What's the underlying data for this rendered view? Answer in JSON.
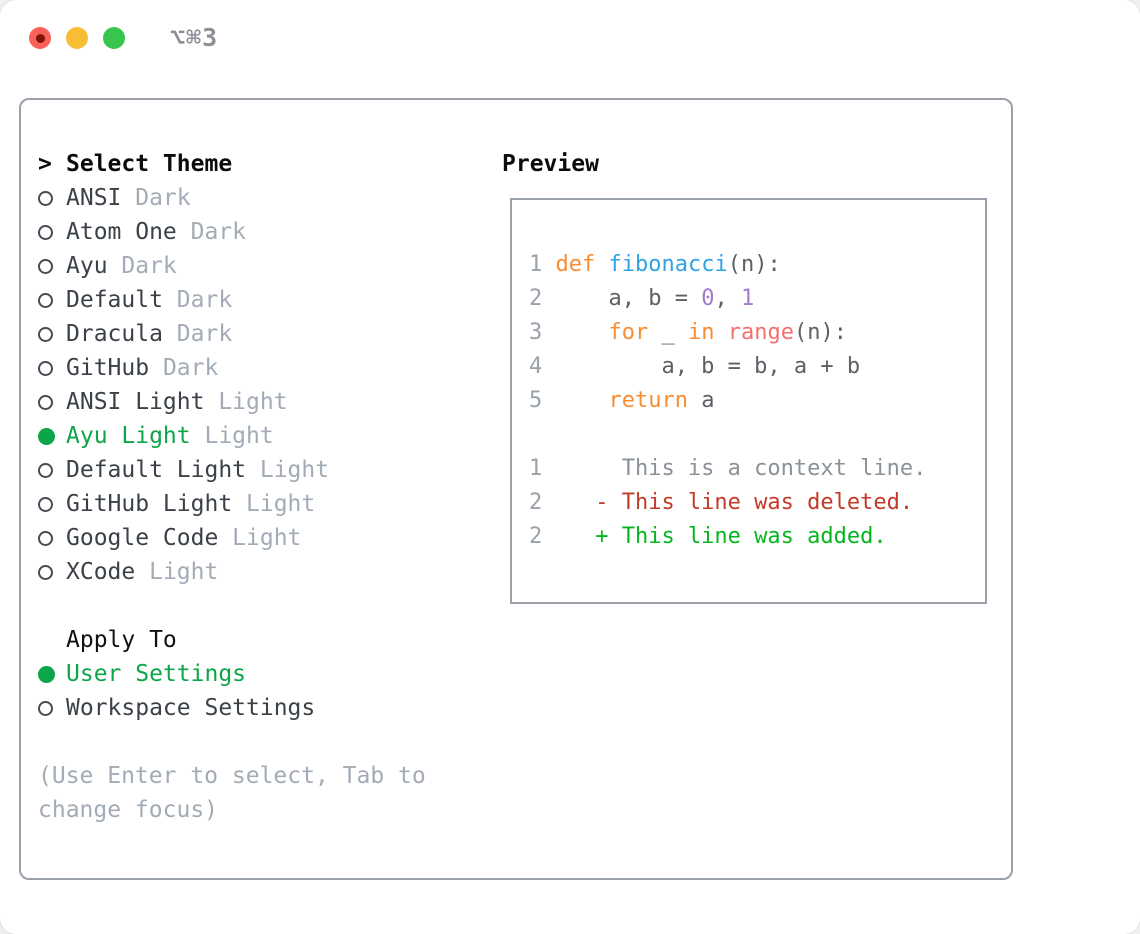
{
  "window": {
    "title": "⌥⌘3"
  },
  "titlebar": {
    "buttons": [
      {
        "name": "close",
        "has_dot": true
      },
      {
        "name": "minimize",
        "has_dot": false
      },
      {
        "name": "zoom",
        "has_dot": false
      }
    ]
  },
  "theme_list": {
    "prompt": ">",
    "title": "Select Theme",
    "items": [
      {
        "label": "ANSI",
        "variant": "Dark",
        "selected": false
      },
      {
        "label": "Atom One",
        "variant": "Dark",
        "selected": false
      },
      {
        "label": "Ayu",
        "variant": "Dark",
        "selected": false
      },
      {
        "label": "Default",
        "variant": "Dark",
        "selected": false
      },
      {
        "label": "Dracula",
        "variant": "Dark",
        "selected": false
      },
      {
        "label": "GitHub",
        "variant": "Dark",
        "selected": false
      },
      {
        "label": "ANSI Light",
        "variant": "Light",
        "selected": false
      },
      {
        "label": "Ayu Light",
        "variant": "Light",
        "selected": true
      },
      {
        "label": "Default Light",
        "variant": "Light",
        "selected": false
      },
      {
        "label": "GitHub Light",
        "variant": "Light",
        "selected": false
      },
      {
        "label": "Google Code",
        "variant": "Light",
        "selected": false
      },
      {
        "label": "XCode",
        "variant": "Light",
        "selected": false
      }
    ]
  },
  "apply_to": {
    "title": "Apply To",
    "options": [
      {
        "label": "User Settings",
        "selected": true
      },
      {
        "label": "Workspace Settings",
        "selected": false
      }
    ]
  },
  "help_text": "(Use Enter to select, Tab to\nchange focus)",
  "preview": {
    "title": "Preview",
    "code_lines": [
      {
        "num": "1",
        "segments": [
          {
            "text": "def",
            "style": "keyword"
          },
          {
            "text": " ",
            "style": "plain"
          },
          {
            "text": "fibonacci",
            "style": "function"
          },
          {
            "text": "(n):",
            "style": "plain"
          }
        ]
      },
      {
        "num": "2",
        "segments": [
          {
            "text": "    a, b = ",
            "style": "plain"
          },
          {
            "text": "0",
            "style": "number"
          },
          {
            "text": ", ",
            "style": "plain"
          },
          {
            "text": "1",
            "style": "number"
          }
        ]
      },
      {
        "num": "3",
        "segments": [
          {
            "text": "    ",
            "style": "plain"
          },
          {
            "text": "for",
            "style": "keyword"
          },
          {
            "text": " _ ",
            "style": "plain"
          },
          {
            "text": "in",
            "style": "keyword"
          },
          {
            "text": " ",
            "style": "plain"
          },
          {
            "text": "range",
            "style": "special"
          },
          {
            "text": "(n):",
            "style": "plain"
          }
        ]
      },
      {
        "num": "4",
        "segments": [
          {
            "text": "        a, b = b, a + b",
            "style": "plain"
          }
        ]
      },
      {
        "num": "5",
        "segments": [
          {
            "text": "    ",
            "style": "plain"
          },
          {
            "text": "return",
            "style": "keyword"
          },
          {
            "text": " a",
            "style": "plain"
          }
        ]
      }
    ],
    "diff_lines": [
      {
        "num": "1",
        "text": "     This is a context line.",
        "type": "context"
      },
      {
        "num": "2",
        "text": "   - This line was deleted.",
        "type": "deleted"
      },
      {
        "num": "2",
        "text": "   + This line was added.",
        "type": "added"
      }
    ]
  },
  "palette": {
    "heading": "#0b0b0c",
    "item_text": "#3b4148",
    "muted": "#a2abb6",
    "green_sel": "#0ca649",
    "radio_ring": "#454c55",
    "border": "#9aa1ab",
    "kw": "#f88d32",
    "fn": "#2ea3e6",
    "sp": "#f0716f",
    "num": "#a37acc",
    "plain": "#5c6166",
    "lnum": "#99a1ab",
    "ctx": "#8a9199",
    "del": "#c43a28",
    "add": "#06b61e",
    "traffic_red": "#f9615a",
    "traffic_red_dot": "#7d1508",
    "traffic_yellow": "#f9bd35",
    "traffic_green": "#37c54e",
    "title_text": "#8b9096"
  }
}
